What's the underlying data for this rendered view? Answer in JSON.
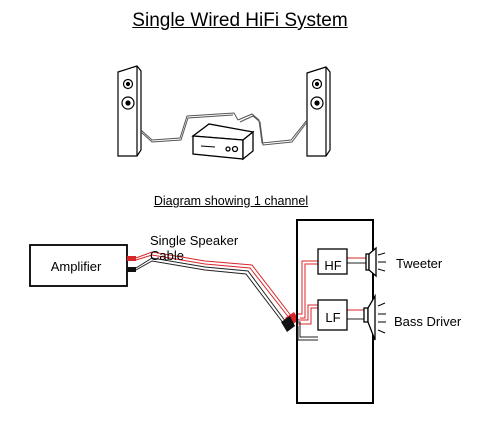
{
  "diagram": {
    "title": "Single Wired HiFi System",
    "subtitle": "Diagram showing 1 channel",
    "amplifier_label": "Amplifier",
    "cable_label_line1": "Single Speaker",
    "cable_label_line2": "Cable",
    "hf_label": "HF",
    "lf_label": "LF",
    "tweeter_label": "Tweeter",
    "bass_driver_label": "Bass Driver"
  },
  "colors": {
    "wire_red": "#d9262b",
    "wire_black": "#222222",
    "outline": "#000000",
    "cable_gray": "#555555"
  },
  "icons": [
    "tower-speaker-icon",
    "amplifier-unit-icon",
    "tweeter-icon",
    "bass-driver-icon"
  ]
}
